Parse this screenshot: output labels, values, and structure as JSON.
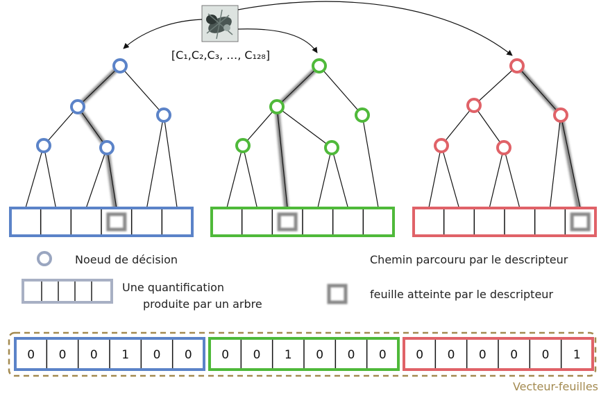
{
  "descriptor": {
    "text": "[C₁,C₂,C₃, …, C₁₂₈]",
    "image_icon": "insect-photo-thumbnail"
  },
  "trees": [
    {
      "color": "#5b83c8",
      "leaf_count": 6,
      "reached_leaf": 4
    },
    {
      "color": "#4fb93a",
      "leaf_count": 6,
      "reached_leaf": 3
    },
    {
      "color": "#e06268",
      "leaf_count": 6,
      "reached_leaf": 6
    }
  ],
  "legend": {
    "node_label": "Noeud de décision",
    "quantif_line1": "Une quantification",
    "quantif_line2": "produite par un arbre",
    "path_label": "Chemin parcouru par le descripteur",
    "leaf_label": "feuille atteinte par le descripteur"
  },
  "vector": {
    "label": "Vecteur-feuilles",
    "segments": [
      {
        "color": "#5b83c8",
        "values": [
          "0",
          "0",
          "0",
          "1",
          "0",
          "0"
        ]
      },
      {
        "color": "#4fb93a",
        "values": [
          "0",
          "0",
          "1",
          "0",
          "0",
          "0"
        ]
      },
      {
        "color": "#e06268",
        "values": [
          "0",
          "0",
          "0",
          "0",
          "0",
          "1"
        ]
      }
    ]
  },
  "legend_colors": {
    "node": "#9aa6c0",
    "box": "#a8b0c4",
    "path": "#888888"
  }
}
